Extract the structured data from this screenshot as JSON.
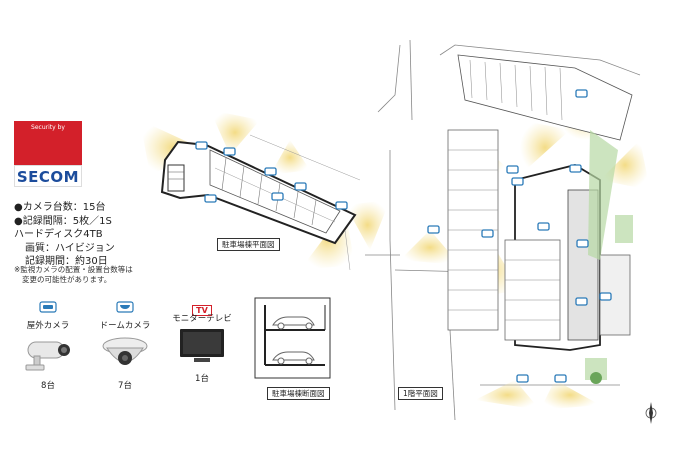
{
  "logo": {
    "top_text": "Security by",
    "brand": "SECOM",
    "brand_red": "#d3202a",
    "brand_blue": "#1c4c9c"
  },
  "specs": {
    "camera_count": "●カメラ台数：15台",
    "record_interval": "●記録間隔：5枚／1S",
    "hdd": "ハードディスク4TB",
    "quality": "画質：ハイビジョン",
    "period": "記録期間：約30日"
  },
  "note": {
    "line1": "※監視カメラの配置・設置台数等は",
    "line2": "変更の可能性があります。"
  },
  "devices": [
    {
      "label": "屋外カメラ",
      "count": "8台",
      "icon": "outdoor-camera-icon"
    },
    {
      "label": "ドームカメラ",
      "count": "7台",
      "icon": "dome-camera-icon"
    },
    {
      "label": "モニターテレビ",
      "count": "1台",
      "icon": "tv-icon",
      "badge": "TV"
    }
  ],
  "captions": {
    "parking_plan": "駐車場棟平面図",
    "parking_section": "駐車場棟断面図",
    "floor1_plan": "1階平面図"
  },
  "colors": {
    "light_cone": "#f5df8a",
    "camera_blue": "#2a7ab8"
  }
}
